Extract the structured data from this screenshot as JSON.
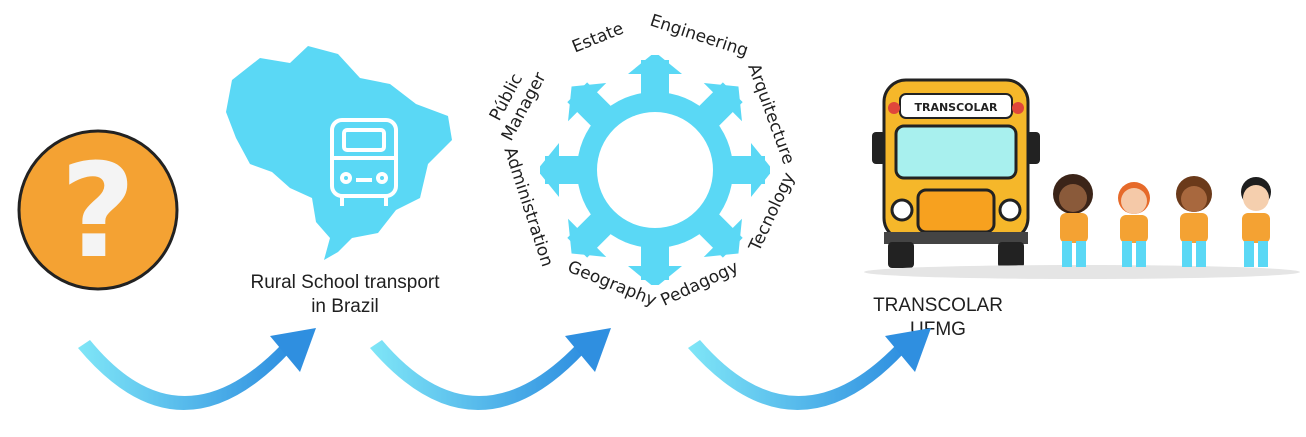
{
  "question": {
    "glyph": "?"
  },
  "brazil": {
    "label_line1": "Rural School transport",
    "label_line2": "in Brazil"
  },
  "areas": [
    {
      "key": "public-manager",
      "line1": "Públic",
      "line2": "Manager"
    },
    {
      "key": "estate",
      "line1": "Estate"
    },
    {
      "key": "engineering",
      "line1": "Engineering"
    },
    {
      "key": "arquitecture",
      "line1": "Arquitecture"
    },
    {
      "key": "tecnology",
      "line1": "Tecnology"
    },
    {
      "key": "pedagogy",
      "line1": "Pedagogy"
    },
    {
      "key": "geography",
      "line1": "Geography"
    },
    {
      "key": "administration",
      "line1": "Administration"
    }
  ],
  "bus": {
    "sign": "TRANSCOLAR"
  },
  "result": {
    "label_line1": "TRANSCOLAR",
    "label_line2": "UFMG"
  },
  "colors": {
    "cyan": "#5ad8f5",
    "orange": "#f4a233",
    "blue": "#2f8fe0",
    "bus_yellow": "#f5b72a"
  }
}
